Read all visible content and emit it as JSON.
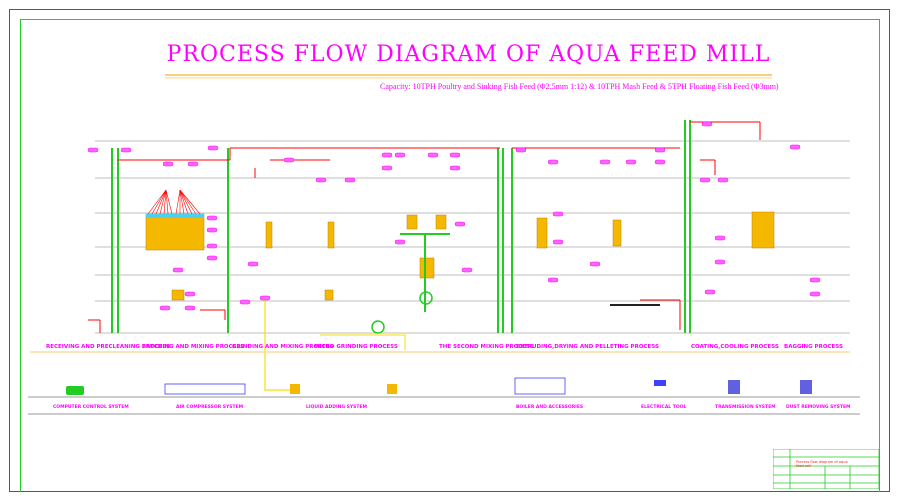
{
  "title": "PROCESS FLOW DIAGRAM OF AQUA FEED MILL",
  "subtitle": "Capacity: 10TPH Poultry and Sinking Fish Feed (Φ2.5mm 1:12) & 10TPH Mash Feed & 5TPH Floating Fish Feed (Φ3mm)",
  "sections": [
    {
      "label": "RECEIVING AND PRECLEANING PROCESS"
    },
    {
      "label": "BATCHING AND MIXING PROCESS"
    },
    {
      "label": "GRINDING AND MIXING PROCESS"
    },
    {
      "label": "MICRO GRINDING PROCESS"
    },
    {
      "label": "THE SECOND MIXING PROCESS"
    },
    {
      "label": "EXTRUDING,DRYING AND PELLETING PROCESS"
    },
    {
      "label": "COATING,COOLING PROCESS"
    },
    {
      "label": "BAGGING PROCESS"
    }
  ],
  "systems": [
    {
      "label": "COMPUTER CONTROL SYSTEM"
    },
    {
      "label": "AIR COMPRESSOR SYSTEM"
    },
    {
      "label": "LIQUID ADDING SYSTEM"
    },
    {
      "label": "BOILER AND ACCESSORIES"
    },
    {
      "label": "ELECTRICAL TOOL"
    },
    {
      "label": "TRANSMISSION SYSTEM"
    },
    {
      "label": "DUST REMOVING SYSTEM"
    }
  ],
  "title_block": {
    "drawing_name": "Process flow diagram of aqua feed mill"
  },
  "colors": {
    "label": "#ff00ff",
    "conveyor": "#22cc22",
    "pipe": "#ff0000",
    "equipment": "#f5b800",
    "liquid": "#f5e000",
    "frame_outer": "#e02020",
    "frame_inner": "#22cc22"
  }
}
